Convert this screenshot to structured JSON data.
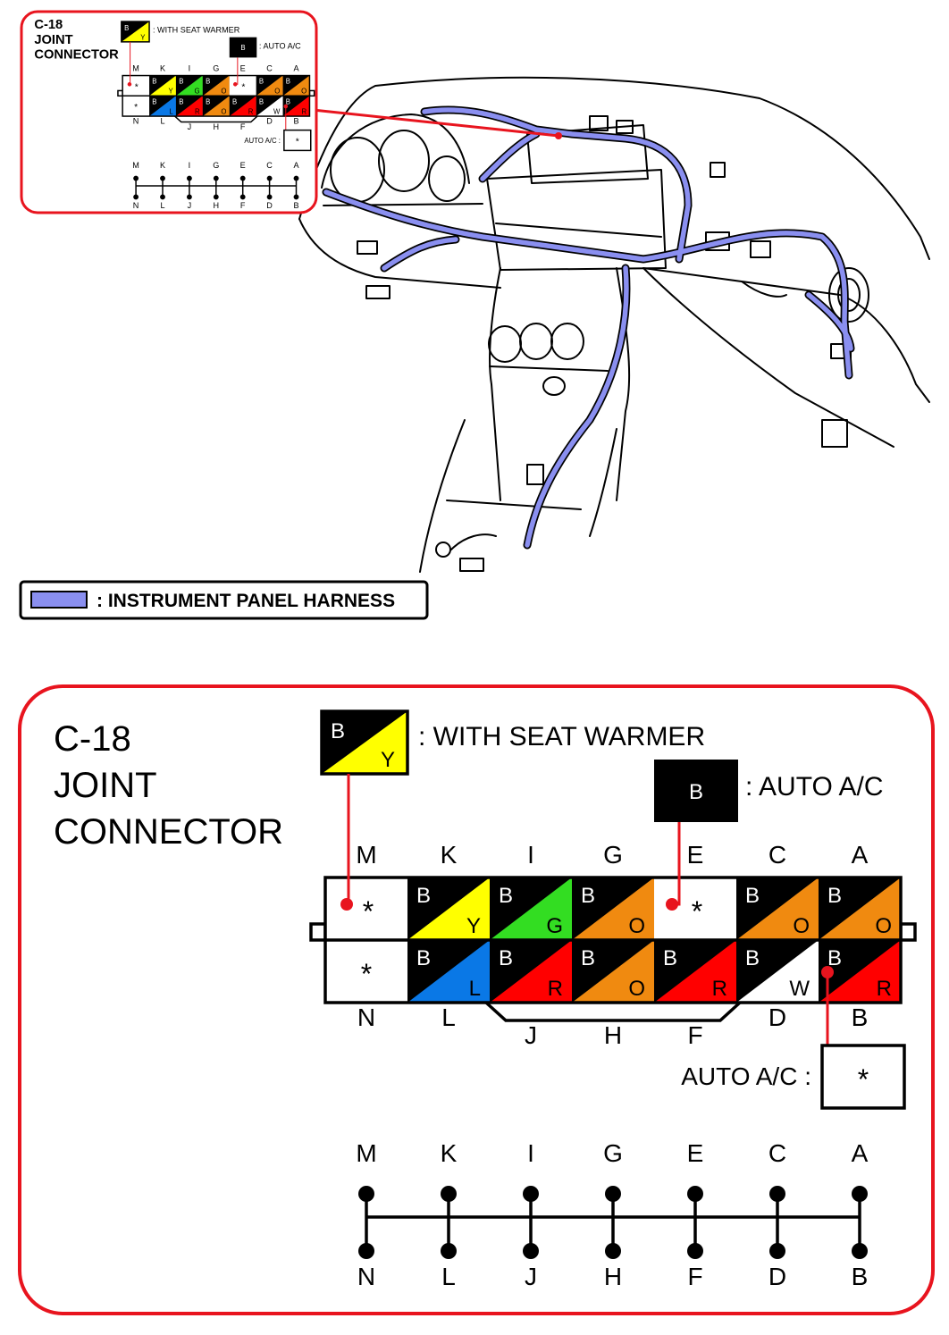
{
  "connector": {
    "id": "C-18",
    "name_line1": "JOINT",
    "name_line2": "CONNECTOR"
  },
  "legend": {
    "seat_warmer": {
      "wire_b": "B",
      "wire_y": "Y",
      "text": ": WITH SEAT WARMER"
    },
    "auto_ac": {
      "wire": "B",
      "text": ": AUTO A/C"
    },
    "auto_ac_alt": {
      "text": "AUTO A/C :",
      "symbol": "*"
    },
    "harness": {
      "text": ": INSTRUMENT PANEL HARNESS",
      "color": "#8a8ff0"
    }
  },
  "colors": {
    "black": "#000000",
    "yellow": "#ffff00",
    "green": "#33dd22",
    "orange": "#f08a10",
    "red": "#ff0000",
    "blue": "#0a78e6",
    "white": "#ffffff",
    "frame_red": "#e8141e"
  },
  "pins": {
    "top_labels": [
      "M",
      "K",
      "I",
      "G",
      "E",
      "C",
      "A"
    ],
    "bottom_labels": [
      "N",
      "L",
      "J",
      "H",
      "F",
      "D",
      "B"
    ],
    "top_row": [
      {
        "pin": "M",
        "type": "empty",
        "symbol": "*"
      },
      {
        "pin": "K",
        "type": "wire",
        "primary": "B",
        "secondary": "Y",
        "sec_color": "yellow"
      },
      {
        "pin": "I",
        "type": "wire",
        "primary": "B",
        "secondary": "G",
        "sec_color": "green"
      },
      {
        "pin": "G",
        "type": "wire",
        "primary": "B",
        "secondary": "O",
        "sec_color": "orange"
      },
      {
        "pin": "E",
        "type": "empty",
        "symbol": "*"
      },
      {
        "pin": "C",
        "type": "wire",
        "primary": "B",
        "secondary": "O",
        "sec_color": "orange"
      },
      {
        "pin": "A",
        "type": "wire",
        "primary": "B",
        "secondary": "O",
        "sec_color": "orange"
      }
    ],
    "bottom_row": [
      {
        "pin": "N",
        "type": "empty",
        "symbol": "*"
      },
      {
        "pin": "L",
        "type": "wire",
        "primary": "B",
        "secondary": "L",
        "sec_color": "blue"
      },
      {
        "pin": "J",
        "type": "wire",
        "primary": "B",
        "secondary": "R",
        "sec_color": "red"
      },
      {
        "pin": "H",
        "type": "wire",
        "primary": "B",
        "secondary": "O",
        "sec_color": "orange"
      },
      {
        "pin": "F",
        "type": "wire",
        "primary": "B",
        "secondary": "R",
        "sec_color": "red"
      },
      {
        "pin": "D",
        "type": "wire",
        "primary": "B",
        "secondary": "W",
        "sec_color": "white"
      },
      {
        "pin": "B",
        "type": "wire",
        "primary": "B",
        "secondary": "R",
        "sec_color": "red"
      }
    ]
  }
}
